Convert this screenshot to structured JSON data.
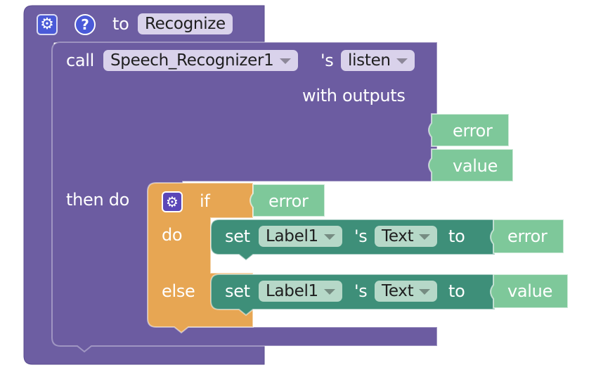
{
  "procedure": {
    "gear_icon": "gear-icon",
    "help_icon": "question-icon",
    "to_label": "to",
    "name": "Recognize",
    "then_do_label": "then do"
  },
  "call_block": {
    "call_label": "call",
    "component": "Speech_Recognizer1",
    "possessive": "'s",
    "method": "listen",
    "with_outputs_label": "with outputs",
    "outputs": [
      "error",
      "value"
    ]
  },
  "if_block": {
    "gear_icon": "gear-icon",
    "if_label": "if",
    "condition": "error",
    "do_label": "do",
    "else_label": "else"
  },
  "set_do": {
    "set_label": "set",
    "component": "Label1",
    "possessive": "'s",
    "property": "Text",
    "to_label": "to",
    "value": "error"
  },
  "set_else": {
    "set_label": "set",
    "component": "Label1",
    "possessive": "'s",
    "property": "Text",
    "to_label": "to",
    "value": "value"
  },
  "colors": {
    "procedure": "#6d5ea2",
    "component_call": "#6c5ca1",
    "control_if": "#e7a653",
    "setter": "#3e8f79",
    "local_var": "#7ec89a"
  }
}
